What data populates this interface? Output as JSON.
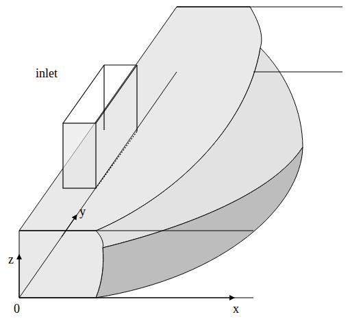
{
  "diagram": {
    "labels": [
      "inlet",
      "z",
      "y",
      "x",
      "0"
    ]
  }
}
